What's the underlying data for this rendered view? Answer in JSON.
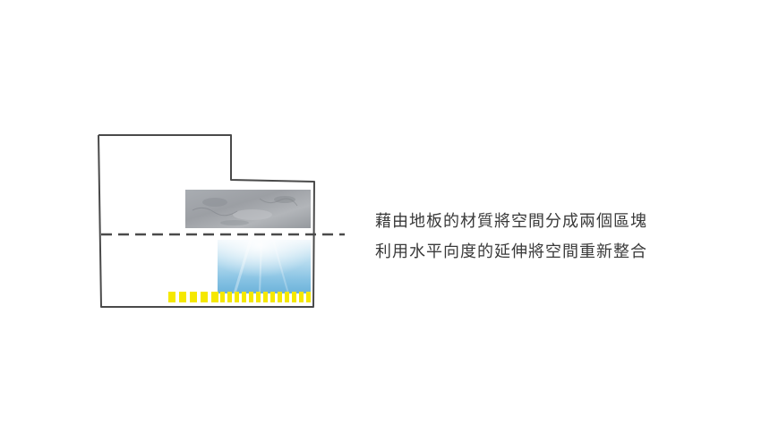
{
  "caption": {
    "line1": "藉由地板的材質將空間分成兩個區塊",
    "line2": "利用水平向度的延伸將空間重新整合"
  },
  "diagram": {
    "outline_color": "#4a4a4a",
    "stone_texture_color": "#9a9ea3",
    "water_texture_color": "#8ec8e6",
    "edge_strip_color": "#f5e800",
    "divider_style": "dashed"
  }
}
